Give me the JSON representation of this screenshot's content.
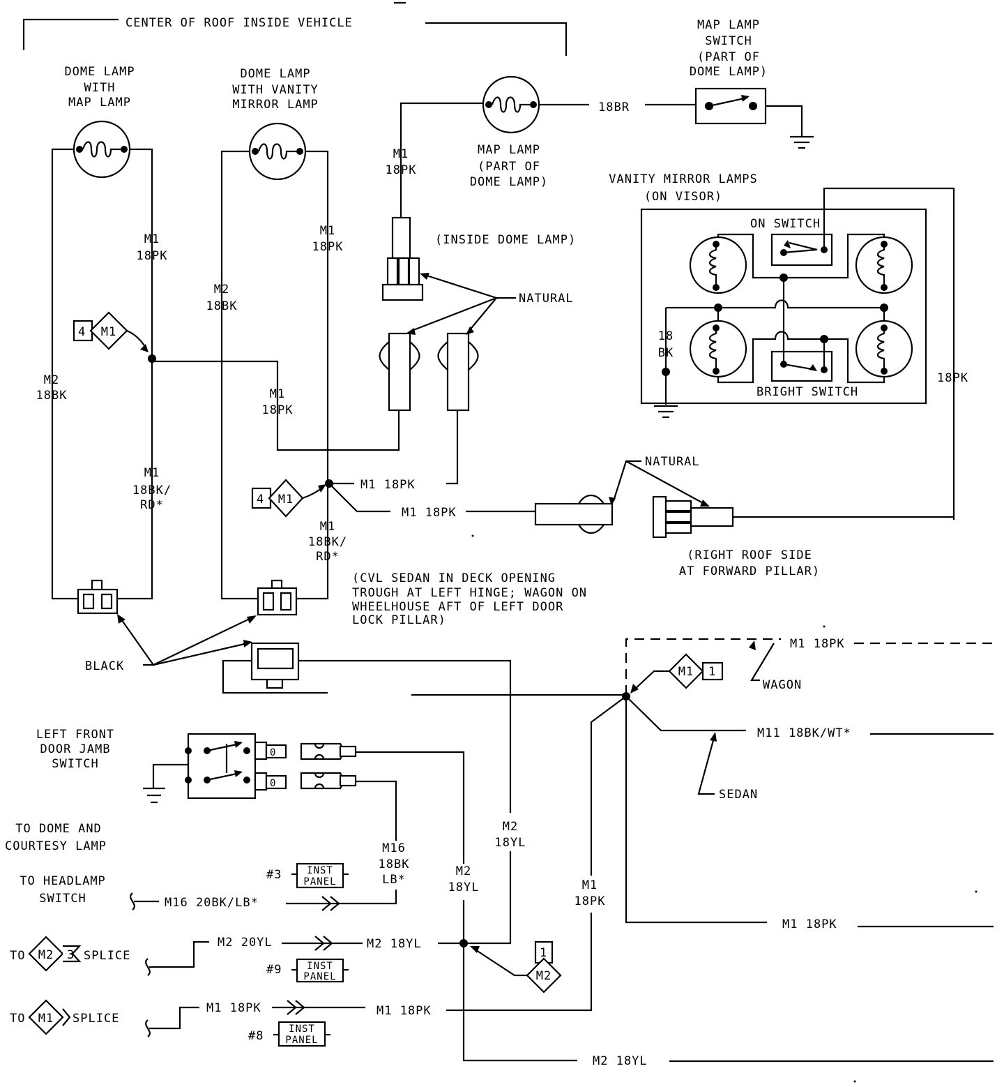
{
  "header": {
    "center_of_roof": "CENTER OF ROOF INSIDE VEHICLE"
  },
  "lamps": {
    "dome_map": [
      "DOME LAMP",
      "WITH",
      "MAP LAMP"
    ],
    "dome_vanity": [
      "DOME LAMP",
      "WITH VANITY",
      "MIRROR LAMP"
    ],
    "map_lamp": [
      "MAP LAMP",
      "(PART OF",
      "DOME LAMP)"
    ],
    "map_switch": [
      "MAP LAMP",
      "SWITCH",
      "(PART OF",
      "DOME LAMP)"
    ],
    "vanity": [
      "VANITY MIRROR LAMPS",
      "(ON VISOR)"
    ],
    "on_switch": "ON SWITCH",
    "bright_switch": "BRIGHT SWITCH"
  },
  "connectors": {
    "inside_dome": "(INSIDE DOME LAMP)",
    "natural": "NATURAL",
    "natural2": "NATURAL",
    "black": "BLACK",
    "right_roof": [
      "(RIGHT ROOF SIDE",
      "AT FORWARD PILLAR)"
    ],
    "cvl_note": [
      "(CVL SEDAN IN DECK OPENING",
      "TROUGH AT LEFT HINGE; WAGON ON",
      "WHEELHOUSE AFT OF LEFT DOOR",
      "LOCK PILLAR)"
    ]
  },
  "wires": {
    "m1": "M1",
    "m2": "M2",
    "m16": "M16",
    "pk": "18PK",
    "bk": "18BK",
    "yl": "18YL",
    "rd": "RD*",
    "bkslash": "18BK/",
    "br": "18BR",
    "bk18": "18",
    "bk18b": "BK",
    "lb": "LB*",
    "m1_18pk": "M1 18PK",
    "m2_18yl": "M2 18YL",
    "m2_20yl": "M2 20YL",
    "m11": "M11 18BK/WT*",
    "m16_20": "M16 20BK/LB*"
  },
  "splices": {
    "s4": "4",
    "s1": "1",
    "s3": "3",
    "sm1": "M1",
    "sm2": "M2"
  },
  "variants": {
    "wagon": "WAGON",
    "sedan": "SEDAN"
  },
  "switches": {
    "door_jamb": [
      "LEFT FRONT",
      "DOOR JAMB",
      "SWITCH"
    ]
  },
  "left_labels": {
    "dome_courtesy": [
      "TO DOME AND",
      "COURTESY LAMP"
    ],
    "headlamp": [
      "TO HEADLAMP",
      "SWITCH"
    ],
    "to": "TO",
    "splice": "SPLICE"
  },
  "inst_panel": {
    "label1": "INST",
    "label2": "PANEL",
    "n3": "#3",
    "n9": "#9",
    "n8": "#8"
  }
}
